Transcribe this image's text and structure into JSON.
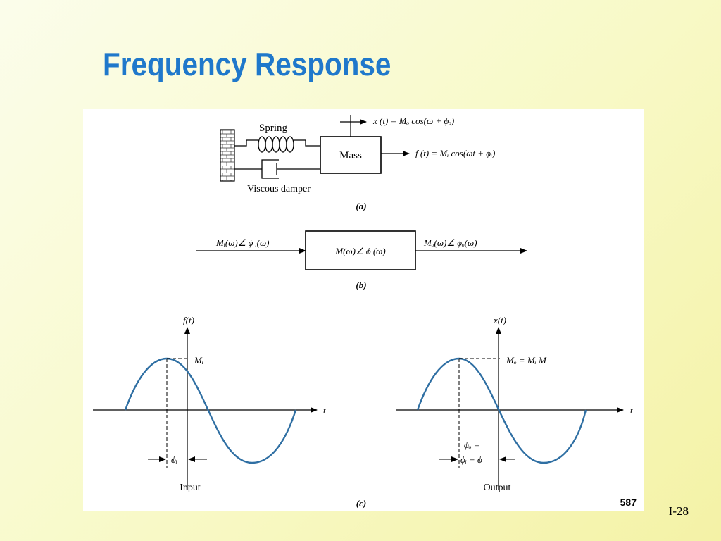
{
  "slide": {
    "title": "Frequency Response",
    "slide_number": "I-28"
  },
  "figure": {
    "part_a": {
      "spring_label": "Spring",
      "damper_label": "Viscous damper",
      "mass_label": "Mass",
      "output_equation": "x (t) = Mₒ cos(ω + ϕₒ)",
      "input_equation": "f (t) = Mᵢ cos(ωt + ϕᵢ)",
      "caption": "(a)"
    },
    "part_b": {
      "input_label": "Mᵢ(ω)∠ ϕ ᵢ(ω)",
      "block_label": "M(ω)∠ ϕ (ω)",
      "output_label": "Mₒ(ω)∠ ϕₒ(ω)",
      "caption": "(b)"
    },
    "part_c": {
      "input_plot": {
        "y_label": "f(t)",
        "x_label": "t",
        "amplitude_label": "Mᵢ",
        "phase_label": "ϕᵢ",
        "caption": "Input"
      },
      "output_plot": {
        "y_label": "x(t)",
        "x_label": "t",
        "amplitude_label": "Mₒ = Mᵢ M",
        "phase_label_line1": "ϕₒ =",
        "phase_label_line2": "ϕᵢ + ϕ",
        "caption": "Output"
      },
      "caption": "(c)"
    },
    "page_number": "587"
  },
  "colors": {
    "title": "#1f78cb",
    "wave": "#2f6fa3"
  },
  "icons": [
    "wall-icon",
    "spring-icon",
    "damper-icon",
    "arrow-icon"
  ]
}
